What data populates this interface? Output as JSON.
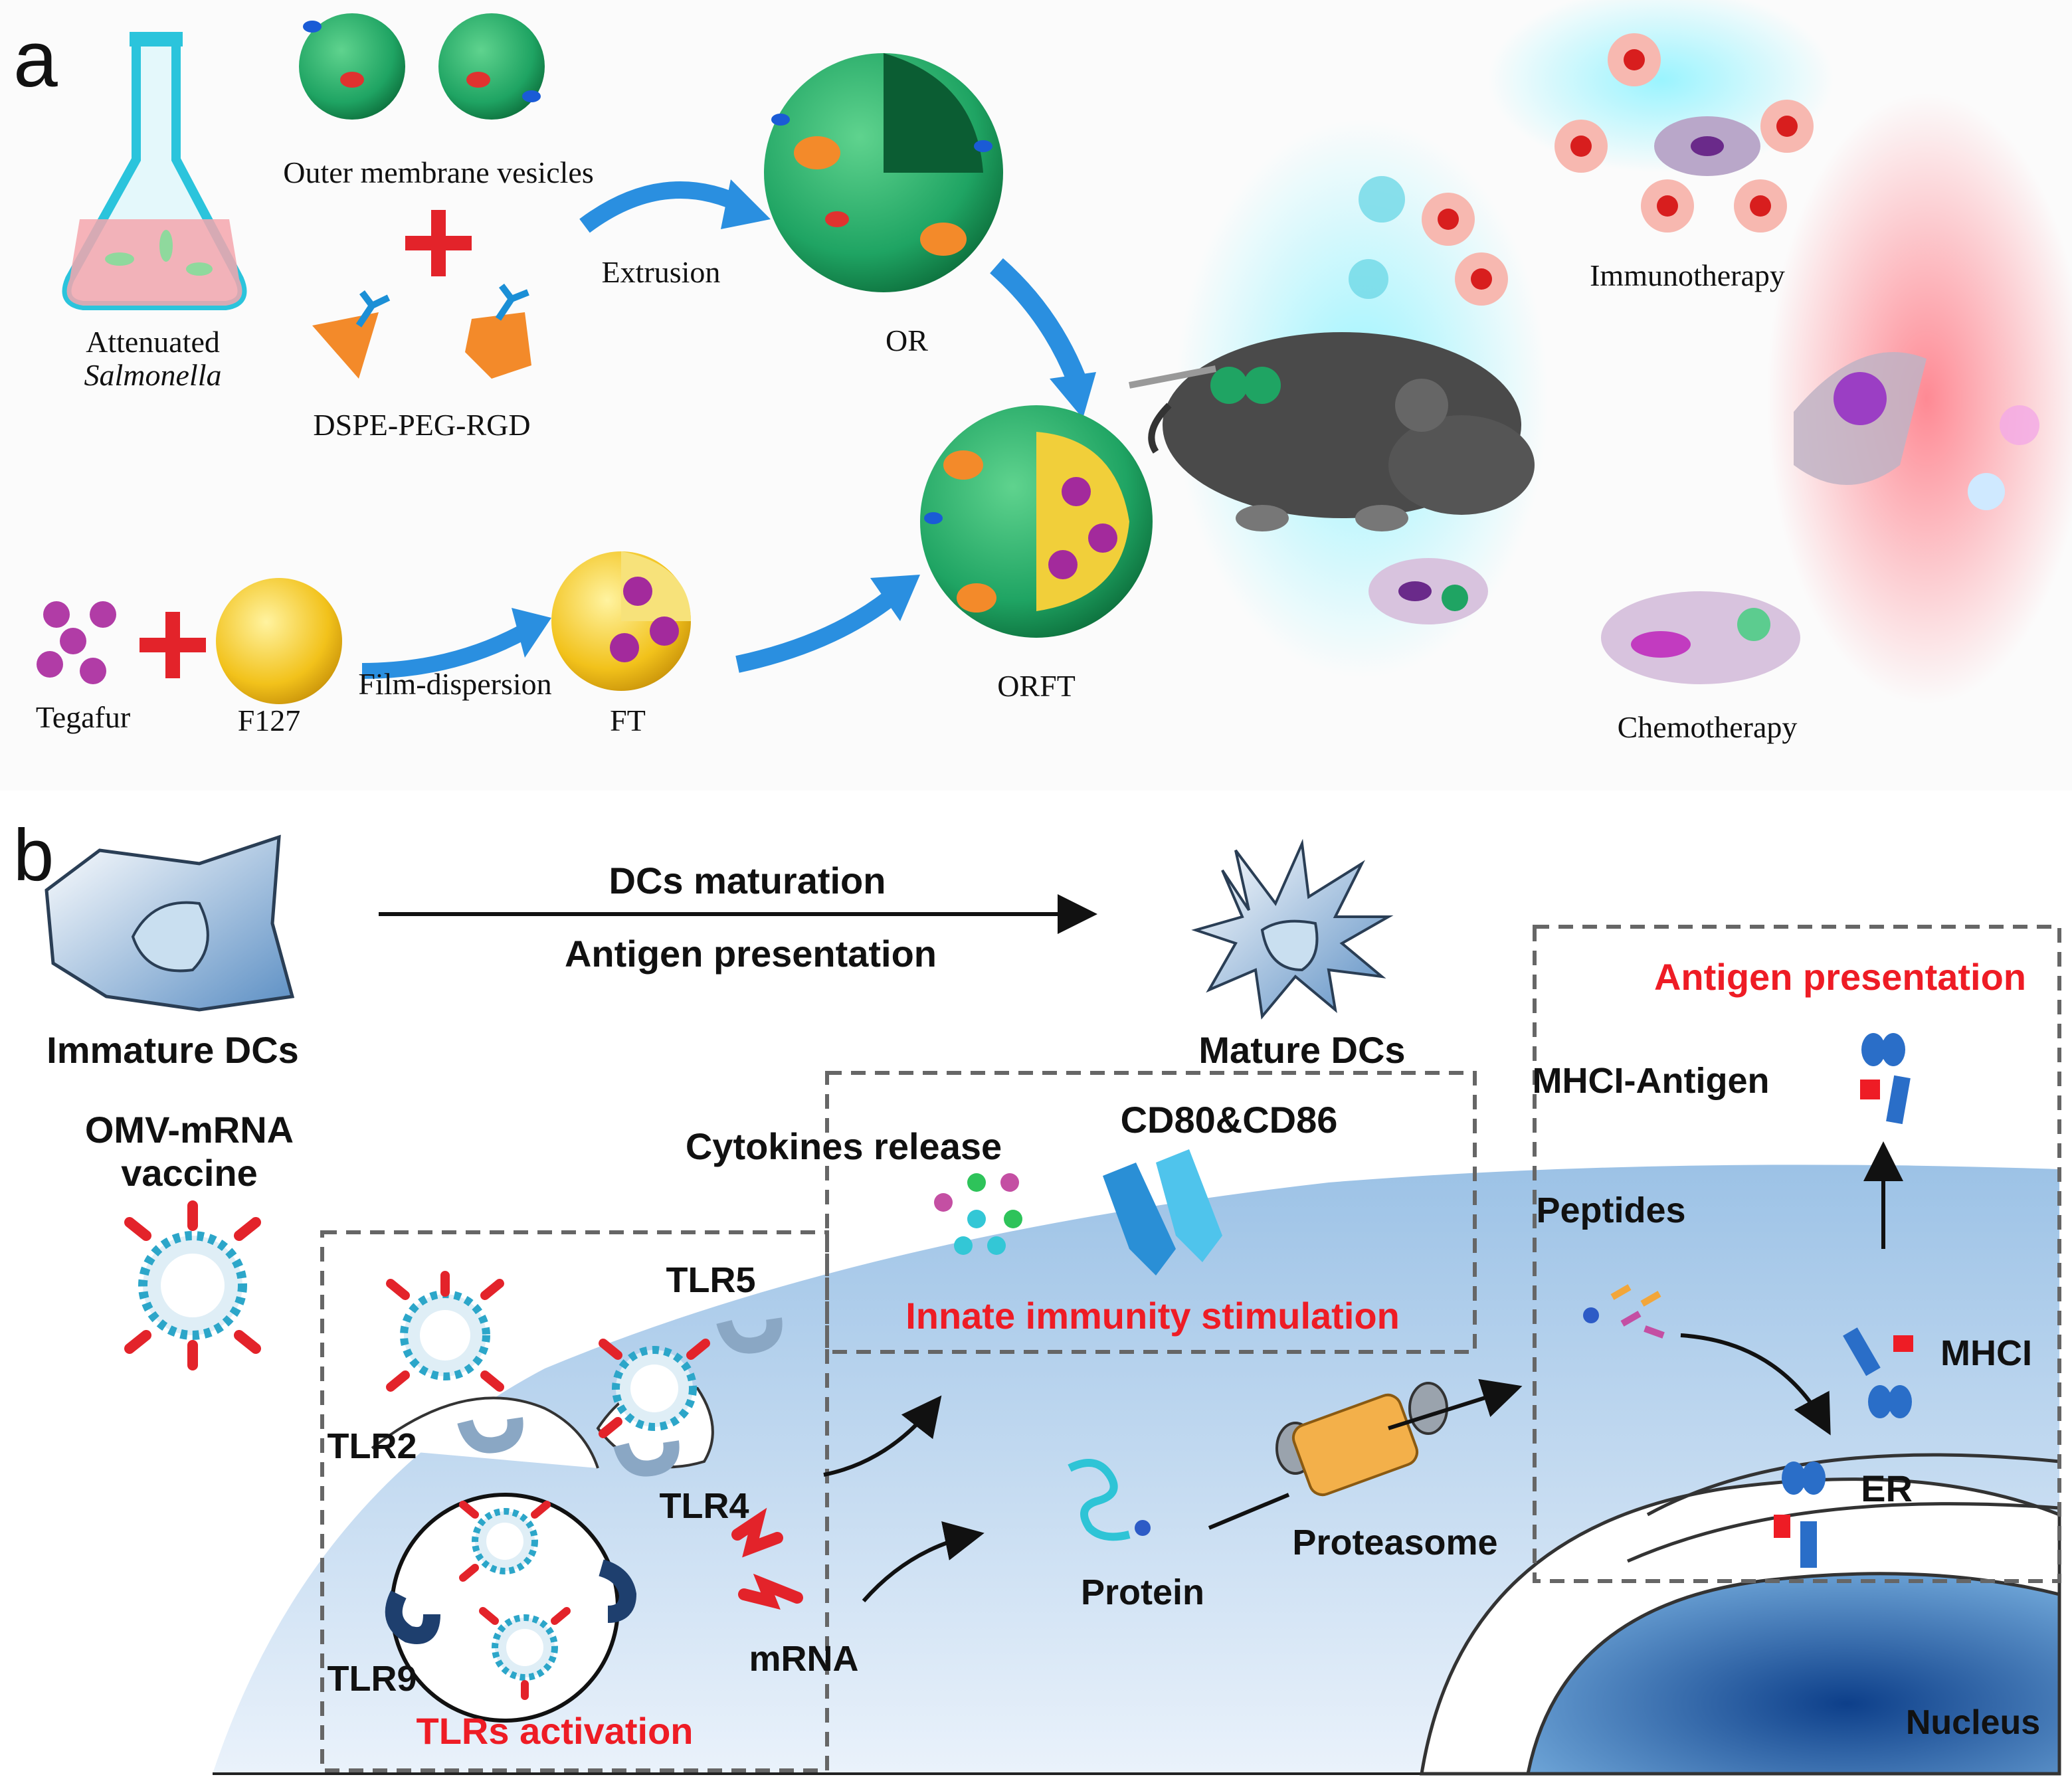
{
  "panel_a": {
    "letter": "a",
    "labels": {
      "attenuated": "Attenuated",
      "salmonella": "Salmonella",
      "omv": "Outer membrane vesicles",
      "dspe": "DSPE-PEG-RGD",
      "extrusion": "Extrusion",
      "or": "OR",
      "orft": "ORFT",
      "tegafur": "Tegafur",
      "f127": "F127",
      "film": "Film-dispersion",
      "ft": "FT",
      "immuno": "Immunotherapy",
      "chemo": "Chemotherapy"
    }
  },
  "panel_b": {
    "letter": "b",
    "labels": {
      "maturation": "DCs maturation",
      "antigen_pres_arrow": "Antigen presentation",
      "immature": "Immature DCs",
      "mature": "Mature DCs",
      "omv_line1": "OMV-mRNA",
      "omv_line2": "vaccine",
      "cytokines": "Cytokines release",
      "cd80": "CD80&CD86",
      "innate": "Innate immunity stimulation",
      "antigen_pres_box": "Antigen presentation",
      "mhci_antigen": "MHCI-Antigen",
      "peptides": "Peptides",
      "mhci": "MHCI",
      "er": "ER",
      "tlr5": "TLR5",
      "tlr2": "TLR2",
      "tlr4": "TLR4",
      "tlr9": "TLR9",
      "tlrs": "TLRs activation",
      "mrna": "mRNA",
      "protein": "Protein",
      "proteasome": "Proteasome",
      "nucleus": "Nucleus"
    }
  },
  "colors": {
    "red_label": "#ee1c25",
    "membrane_green": "#1fa463",
    "arrow_blue": "#2a8fe0",
    "cell_blue": "#b9d3ea"
  }
}
